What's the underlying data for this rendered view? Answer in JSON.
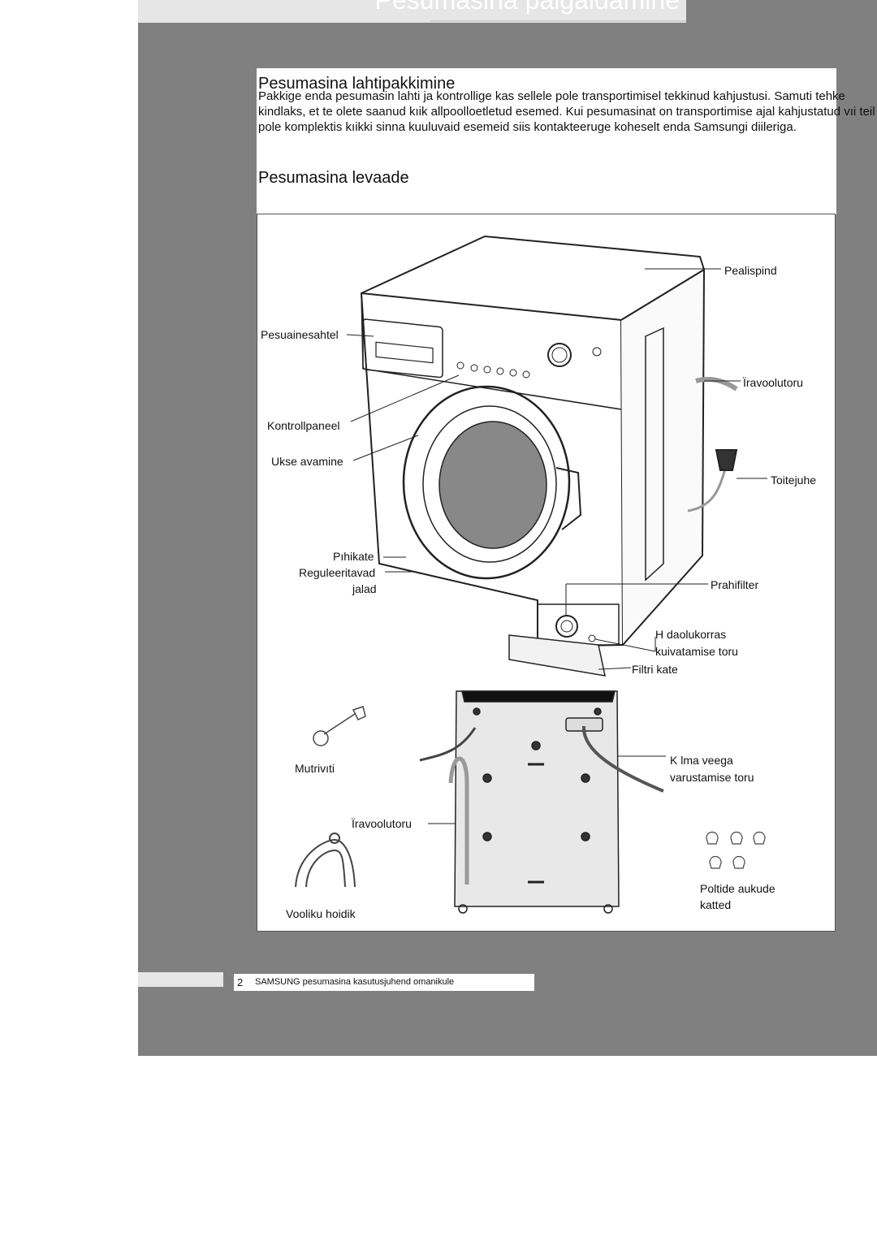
{
  "header": {
    "title": "Pesumasina paigaldamine"
  },
  "section1": {
    "title": "Pesumasina lahtipakkimine",
    "body": "Pakkige enda pesumasin lahti ja kontrollige kas sellele pole transportimisel tekkinud kahjustusi. Samuti tehke kindlaks, et te olete saanud kıik allpoolloetletud esemed. Kui pesumasinat on transportimise ajal kahjustatud vıi teil pole komplektis kıikki sinna kuuluvaid esemeid siis kontakteeruge koheselt enda Samsungi diileriga."
  },
  "section2": {
    "title": "Pesumasina  levaade"
  },
  "labels": {
    "pealispind": "Pealispind",
    "pesuainesahtel": "Pesuainesahtel",
    "travoolutoru_top": "Ïravoolutoru",
    "kontrollpaneel": "Kontrollpaneel",
    "ukse_avamine": "Ukse avamine",
    "toitejuhe": "Toitejuhe",
    "pohikate": "Pıhikate",
    "reguleeritavad": "Reguleeritavad",
    "jalad": "jalad",
    "prahifilter": "Prahifilter",
    "hadaolukorras": "H daolukorras",
    "kuivatamise_toru": "kuivatamise toru",
    "filtri_kate": "Filtri kate",
    "mutrivoti": "Mutrivıti",
    "kulma_veega": "K lma veega",
    "varustamise_toru": "varustamise toru",
    "travoolutoru_bottom": "Ïravoolutoru",
    "poltide_aukude": "Poltide aukude",
    "katted": "katted",
    "vooliku_hoidik": "Vooliku hoidik"
  },
  "footer": {
    "page_number": "2",
    "text": "SAMSUNG pesumasina kasutusjuhend omanikule"
  },
  "colors": {
    "panel_gray": "#808080",
    "light_gray": "#e6e6e6",
    "line": "#222222"
  }
}
